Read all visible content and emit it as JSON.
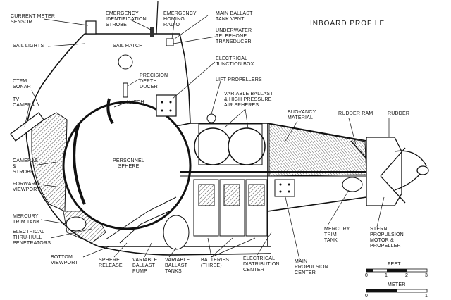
{
  "diagram": {
    "title": "INBOARD PROFILE",
    "labels": {
      "current_meter_sensor": "CURRENT METER\nSENSOR",
      "emergency_identification_strobe": "EMERGENCY\nIDENTIFICATION\nSTROBE",
      "emergency_homing_radio": "EMERGENCY\nHOMING\nRADIO",
      "main_ballast_tank_vent": "MAIN BALLAST\nTANK VENT",
      "underwater_telephone_transducer": "UNDERWATER\nTELEPHONE\nTRANSDUCER",
      "sail_lights": "SAIL LIGHTS",
      "sail_hatch": "SAIL HATCH",
      "electrical_junction_box": "ELECTRICAL\nJUNCTION BOX",
      "precision_depth_ducer": "PRECISION\nDEPTH\nDUCER",
      "hatch": "HATCH",
      "lift_propellers": "LIFT PROPELLERS",
      "ctfm_sonar": "CTFM\nSONAR",
      "variable_ballast_air_spheres": "VARIABLE BALLAST\n& HIGH PRESSURE\nAIR SPHERES",
      "buoyancy_material": "BUOYANCY\nMATERIAL",
      "rudder_ram": "RUDDER RAM",
      "rudder": "RUDDER",
      "tv_camera": "TV\nCAMERA",
      "personnel_sphere": "PERSONNEL\nSPHERE",
      "cameras_strobe": "CAMERAS\n&\nSTROBE",
      "forward_viewport": "FORWARD\nVIEWPORT",
      "mercury_trim_tank_fwd": "MERCURY\nTRIM TANK",
      "electrical_penetrators": "ELECTRICAL\nTHRU-HULL\nPENETRATORS",
      "bottom_viewport": "BOTTOM\nVIEWPORT",
      "sphere_release": "SPHERE\nRELEASE",
      "variable_ballast_pump": "VARIABLE\nBALLAST\nPUMP",
      "variable_ballast_tanks": "VARIABLE\nBALLAST\nTANKS",
      "batteries": "BATTERIES\n(THREE)",
      "electrical_distribution_center": "ELECTRICAL\nDISTRIBUTION\nCENTER",
      "main_propulsion_center": "MAIN\nPROPULSION\nCENTER",
      "mercury_trim_tank_aft": "MERCURY\nTRIM\nTANK",
      "stern_propulsion": "STERN\nPROPULSION\nMOTOR &\nPROPELLER"
    },
    "scale_feet": {
      "label": "FEET",
      "ticks": [
        "0",
        "1",
        "2",
        "3"
      ]
    },
    "scale_meter": {
      "label": "METER",
      "ticks": [
        "0",
        "1"
      ]
    }
  }
}
